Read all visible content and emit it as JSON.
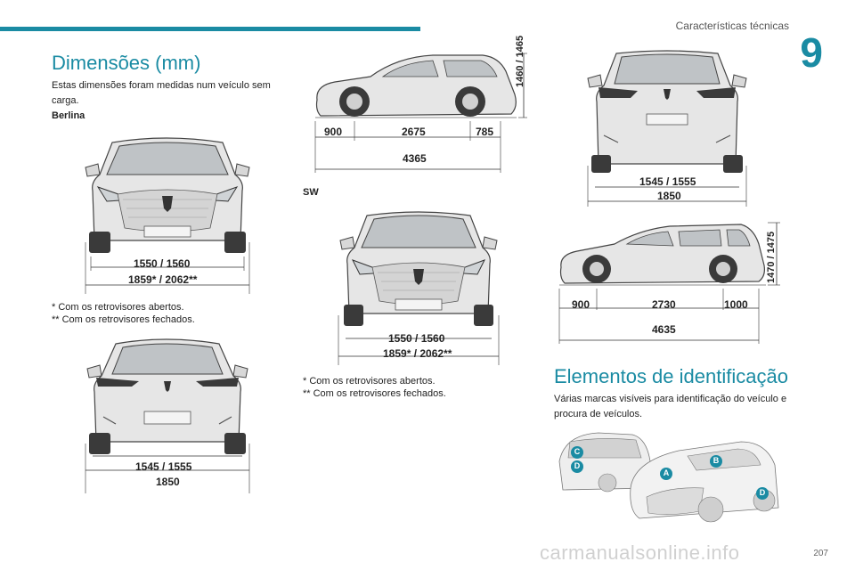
{
  "header": {
    "chapter_title": "Características técnicas",
    "chapter_number": "9"
  },
  "left": {
    "title": "Dimensões (mm)",
    "intro": "Estas dimensões foram medidas num veículo sem carga.",
    "berlina_label": "Berlina",
    "front_dims": {
      "inner": "1550 / 1560",
      "outer": "1859* / 2062**"
    },
    "notes": [
      "* Com os retrovisores abertos.",
      "** Com os retrovisores fechados."
    ],
    "rear_dims": {
      "inner": "1545 / 1555",
      "outer": "1850"
    }
  },
  "middle": {
    "side_dims": {
      "height": "1460 / 1465",
      "front": "900",
      "wheelbase": "2675",
      "rear": "785",
      "length": "4365"
    },
    "sw_label": "SW",
    "front_dims": {
      "inner": "1550 / 1560",
      "outer": "1859* / 2062**"
    },
    "notes": [
      "* Com os retrovisores abertos.",
      "** Com os retrovisores fechados."
    ]
  },
  "right": {
    "rear_dims": {
      "inner": "1545 / 1555",
      "outer": "1850"
    },
    "side_dims": {
      "height": "1470 / 1475",
      "front": "900",
      "wheelbase": "2730",
      "rear": "1000",
      "length": "4635"
    },
    "title": "Elementos de identificação",
    "intro": "Várias marcas visíveis para identificação do veículo e procura de veículos.",
    "markers": [
      "C",
      "D",
      "A",
      "B",
      "D"
    ]
  },
  "footer": {
    "page": "207",
    "watermark": "carmanualsonline.info"
  },
  "colors": {
    "accent": "#1a8ba3",
    "car_fill": "#e6e6e6",
    "car_stroke": "#444444",
    "tire": "#3a3a3a"
  }
}
